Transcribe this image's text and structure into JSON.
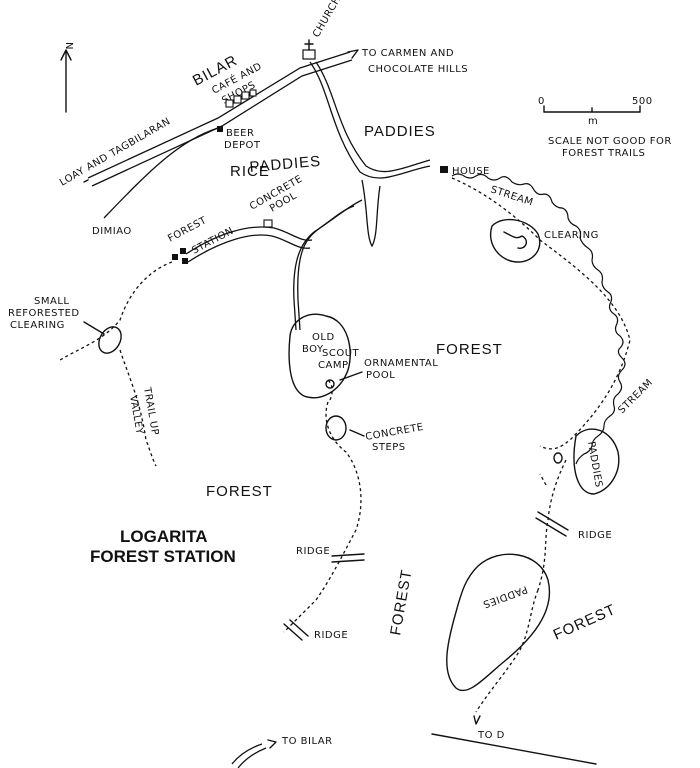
{
  "title": {
    "line1": "LOGARITA",
    "line2": "FOREST STATION"
  },
  "north": "N",
  "scale": {
    "zero": "0",
    "max": "500",
    "unit": "m",
    "note_line1": "SCALE NOT GOOD FOR",
    "note_line2": "FOREST TRAILS"
  },
  "labels": {
    "church": "CHURCH",
    "carmen_line1": "TO CARMEN AND",
    "carmen_line2": "CHOCOLATE HILLS",
    "bilar": "BILAR",
    "cafe_line1": "CAFÉ AND",
    "cafe_line2": "SHOPS",
    "beer_line1": "BEER",
    "beer_line2": "DEPOT",
    "paddies_top": "PADDIES",
    "rice_line1": "RICE",
    "rice_line2": "PADDIES",
    "house": "HOUSE",
    "loay": "LOAY AND TAGBILARAN",
    "concrete_pool_line1": "CONCRETE",
    "concrete_pool_line2": "POOL",
    "stream_top": "STREAM",
    "clearing": "CLEARING",
    "dimiao": "DIMIAO",
    "forest_station_line1": "FOREST",
    "forest_station_line2": "STATION",
    "small_clearing_line1": "SMALL",
    "small_clearing_line2": "REFORESTED",
    "small_clearing_line3": "CLEARING",
    "camp_line1": "OLD",
    "camp_line2": "BOY",
    "camp_line3": "SCOUT",
    "camp_line4": "CAMP",
    "ornamental_line1": "ORNAMENTAL",
    "ornamental_line2": "POOL",
    "forest_center": "FOREST",
    "trail_up_line1": "TRAIL UP",
    "trail_up_line2": "VALLEY",
    "concrete_steps_line1": "CONCRETE",
    "concrete_steps_line2": "STEPS",
    "stream_right": "STREAM",
    "paddies_right": "PADDIES",
    "forest_left": "FOREST",
    "ridge_right": "RIDGE",
    "ridge_mid": "RIDGE",
    "forest_bottom": "FOREST",
    "paddies_bottom": "PADDIES",
    "forest_right": "FOREST",
    "ridge_bottom": "RIDGE",
    "to_d": "TO D",
    "to_bilar": "TO BILAR"
  }
}
